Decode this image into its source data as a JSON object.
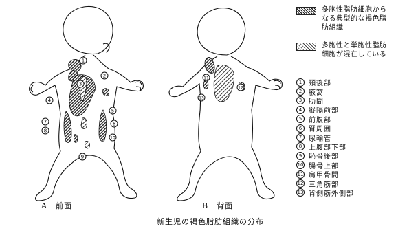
{
  "legend": [
    {
      "pattern": "dense",
      "text": "多胞性脂肪細胞からなる典型的な褐色脂肪組織"
    },
    {
      "pattern": "mixed",
      "text": "多胞性と単胞性脂肪細胞が混在している"
    }
  ],
  "regions": [
    {
      "num": "1",
      "label": "頸後部"
    },
    {
      "num": "2",
      "label": "腋窩"
    },
    {
      "num": "3",
      "label": "肋間"
    },
    {
      "num": "4",
      "label": "縦隔前部"
    },
    {
      "num": "5",
      "label": "前腹部"
    },
    {
      "num": "6",
      "label": "腎周囲"
    },
    {
      "num": "7",
      "label": "尿輸管"
    },
    {
      "num": "8",
      "label": "上腹部下部"
    },
    {
      "num": "9",
      "label": "恥骨後部"
    },
    {
      "num": "10",
      "label": "腸骨上部"
    },
    {
      "num": "11",
      "label": "肩甲骨間"
    },
    {
      "num": "12",
      "label": "三角筋部"
    },
    {
      "num": "13",
      "label": "背側筋外側部"
    }
  ],
  "views": {
    "front": "A　前面",
    "back": "B　背面"
  },
  "caption": "新生児の褐色脂肪組織の分布",
  "colors": {
    "ink": "#111111",
    "background": "#ffffff"
  }
}
